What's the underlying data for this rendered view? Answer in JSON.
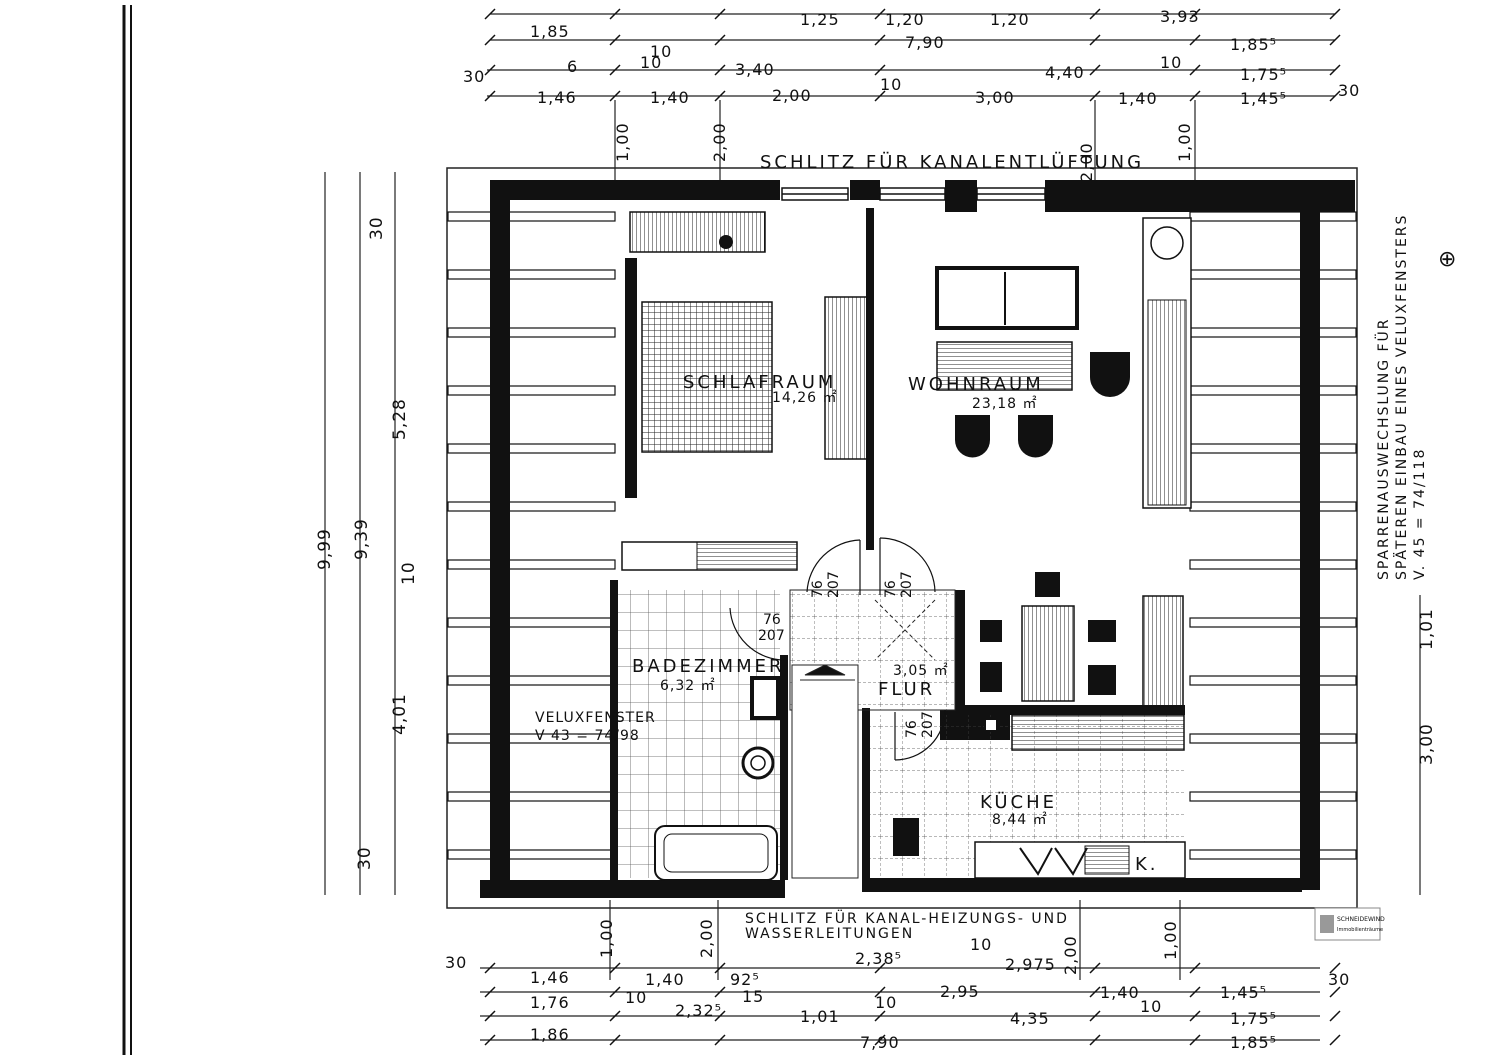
{
  "annotations": {
    "top_slot": "SCHLITZ FÜR KANALENTLÜFTUNG",
    "bottom_slot_1": "SCHLITZ FÜR KANAL-HEIZUNGS- UND",
    "bottom_slot_2": "WASSERLEITUNGEN",
    "right_note_1": "SPARRENAUSWECHSLUNG FÜR",
    "right_note_2": "SPÄTEREN EINBAU EINES VELUXFENSTERS",
    "right_note_3": "V. 45 = 74/118",
    "velux_1": "VELUXFENSTER",
    "velux_2": "V 43 = 74/98"
  },
  "rooms": [
    {
      "name": "SCHLAFRAUM",
      "area": "14,26 ㎡"
    },
    {
      "name": "WOHNRAUM",
      "area": "23,18 ㎡"
    },
    {
      "name": "BADEZIMMER",
      "area": "6,32 ㎡"
    },
    {
      "name": "FLUR",
      "area": "3,05 ㎡"
    },
    {
      "name": "KÜCHE",
      "area": "8,44 ㎡"
    }
  ],
  "doors": {
    "a": "76",
    "b": "207"
  },
  "kitchen_mark": "K.",
  "dims_top": {
    "row0": [
      "1,25",
      "1,20",
      "1,20",
      "3,93"
    ],
    "row1": [
      "1,85",
      "10",
      "7,90",
      "1,85⁵"
    ],
    "row2": [
      "30",
      "6",
      "10",
      "3,40",
      "10",
      "4,40",
      "10",
      "1,75⁵"
    ],
    "row3": [
      "1,46",
      "1,40",
      "2,00",
      "3,00",
      "1,40",
      "1,45⁵",
      "30"
    ],
    "vert": [
      "1,00",
      "2,00",
      "2,00",
      "1,00"
    ]
  },
  "dims_bottom": {
    "vert": [
      "1,00",
      "2,00",
      "2,00",
      "1,00"
    ],
    "row1": [
      "30",
      "1,46",
      "1,40",
      "92⁵",
      "2,38⁵",
      "10",
      "2,975",
      "30"
    ],
    "row2": [
      "1,76",
      "10",
      "2,32⁵",
      "15",
      "2,95",
      "1,40",
      "1,45⁵"
    ],
    "row3": [
      "1,01",
      "10",
      "4,35",
      "10",
      "1,75⁵"
    ],
    "row4": [
      "1,86",
      "7,90",
      "1,85⁵"
    ]
  },
  "dims_left": [
    "9,99",
    "9,39",
    "30",
    "5,28",
    "10",
    "4,01",
    "30"
  ],
  "dims_right": [
    "1,01",
    "3,00"
  ],
  "logo": {
    "name": "SCHNEIDEWIND",
    "sub": "Immobilienträume"
  }
}
